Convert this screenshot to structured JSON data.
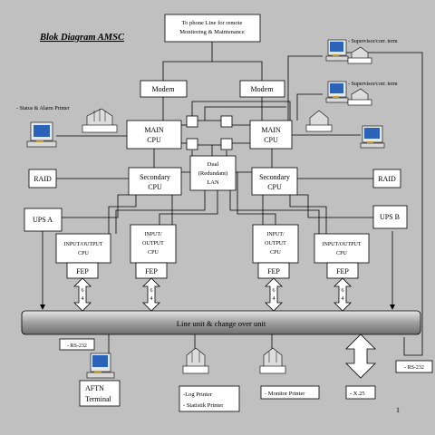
{
  "title": "Blok Diagram AMSC",
  "phone_line": [
    "To phone Line for remote",
    "Monitoring & Maintenance"
  ],
  "modem": "Modem",
  "main_cpu": [
    "MAIN",
    "CPU"
  ],
  "secondary_cpu": [
    "Secondary",
    "CPU"
  ],
  "raid": "RAID",
  "ups_a": "UPS  A",
  "ups_b": "UPS  B",
  "dual_lan": [
    "Dual",
    "(Redundant)",
    "LAN"
  ],
  "io_cpu_left": [
    "INPUT/OUTPUT",
    "CPU"
  ],
  "io_cpu_mid": [
    "INPUT/",
    "OUTPUT",
    "CPU"
  ],
  "fep": "FEP",
  "bus_width": [
    "6",
    "4"
  ],
  "bus": "Line unit & change over unit",
  "status_printer": "- Status & Alarm Printer",
  "supervisor": "- Supervisor/corr. term",
  "rs232": "- RS-232",
  "aftn": [
    "AFTN",
    "Terminal"
  ],
  "log_printer": [
    "-Log Printer",
    "- Statistik Printer"
  ],
  "monitor_printer": "- Monitor Printer",
  "x25": "- X.25",
  "page_number": "1",
  "colors": {
    "background": "#c0c0c0",
    "box": "#ffffff",
    "bus": "#a8a8a8"
  }
}
